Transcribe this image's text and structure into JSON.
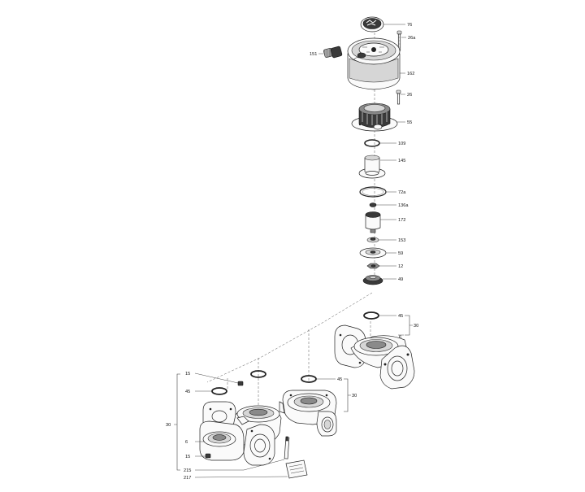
{
  "callouts": {
    "c76": "76",
    "c26a": "26a",
    "c151": "151",
    "c162": "162",
    "c26": "26",
    "c55": "55",
    "c109": "109",
    "c145": "145",
    "c72a": "72a",
    "c136a": "136a",
    "c172": "172",
    "c153": "153",
    "c59": "59",
    "c12": "12",
    "c49": "49",
    "c45_right": "45",
    "c6_right": "6",
    "c30_right": "30",
    "c45_mid": "45",
    "c30_mid": "30",
    "c15_top": "15",
    "c45_left": "45",
    "c30_left": "30",
    "c6_left": "6",
    "c15_bottom": "15",
    "c215": "215",
    "c217": "217"
  }
}
